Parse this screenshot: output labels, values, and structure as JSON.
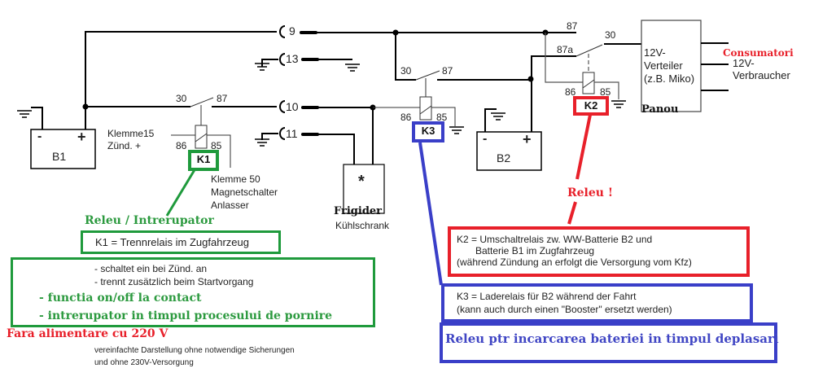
{
  "colors": {
    "green": "#1f9a3c",
    "green_text": "#2c9a3f",
    "red": "#e8202a",
    "blue": "#3a3fc8",
    "blue_text": "#4046c4"
  },
  "connectors": {
    "pin9": "9",
    "pin13": "13",
    "pin10": "10",
    "pin11": "11"
  },
  "batteries": {
    "b1": {
      "label": "B1",
      "minus": "-",
      "plus": "+"
    },
    "b2": {
      "label": "B2",
      "minus": "-",
      "plus": "+"
    }
  },
  "relays": {
    "k1": {
      "tag": "K1",
      "pin30": "30",
      "pin87": "87",
      "pin86": "86",
      "pin85": "85"
    },
    "k3": {
      "tag": "K3",
      "pin30": "30",
      "pin87": "87",
      "pin86": "86",
      "pin85": "85"
    },
    "k2": {
      "tag": "K2",
      "pin87": "87",
      "pin87a": "87a",
      "pin30": "30",
      "pin86": "86",
      "pin85": "85"
    }
  },
  "labels": {
    "klemme15_line1": "Klemme15",
    "klemme15_line2": "Zünd. +",
    "klemme50_line1": "Klemme 50",
    "klemme50_line2": "Magnetschalter",
    "klemme50_line3": "Anlasser",
    "fridge_symbol": "*",
    "fridge_ro": "Frigider",
    "fridge_de": "Kühlschrank",
    "distributor_line1": "12V-",
    "distributor_line2": "Verteiler",
    "distributor_line3": "(z.B. Miko)",
    "panel_ro": "Panou",
    "consumers_ro": "Consumatori",
    "consumers_de_line1": "12V-",
    "consumers_de_line2": "Verbraucher"
  },
  "annotations": {
    "k1": {
      "title_ro": "Releu / Intrerupator",
      "title_de": "K1 = Trennrelais im Zugfahrzeug",
      "desc_de_1": "- schaltet ein bei Zünd. an",
      "desc_de_2": "- trennt zusätzlich beim Startvorgang",
      "desc_ro_1": "- functia on/off la contact",
      "desc_ro_2": "- intrerupator in timpul procesului de pornire"
    },
    "k2": {
      "title_ro": "Releu !",
      "desc_line1": "K2 = Umschaltrelais zw. WW-Batterie B2 und",
      "desc_line2": "Batterie B1 im Zugfahrzeug",
      "desc_line3": "(während Zündung an erfolgt die Versorgung vom Kfz)"
    },
    "k3": {
      "desc_line1": "K3 = Laderelais für B2 während der Fahrt",
      "desc_line2": "(kann auch durch einen \"Booster\" ersetzt werden)",
      "title_ro": "Releu ptr incarcarea bateriei in timpul deplasari"
    },
    "no_220v": "Fara alimentare cu 220 V",
    "footnote_line1": "vereinfachte Darstellung ohne notwendige Sicherungen",
    "footnote_line2": "und ohne 230V-Versorgung"
  }
}
